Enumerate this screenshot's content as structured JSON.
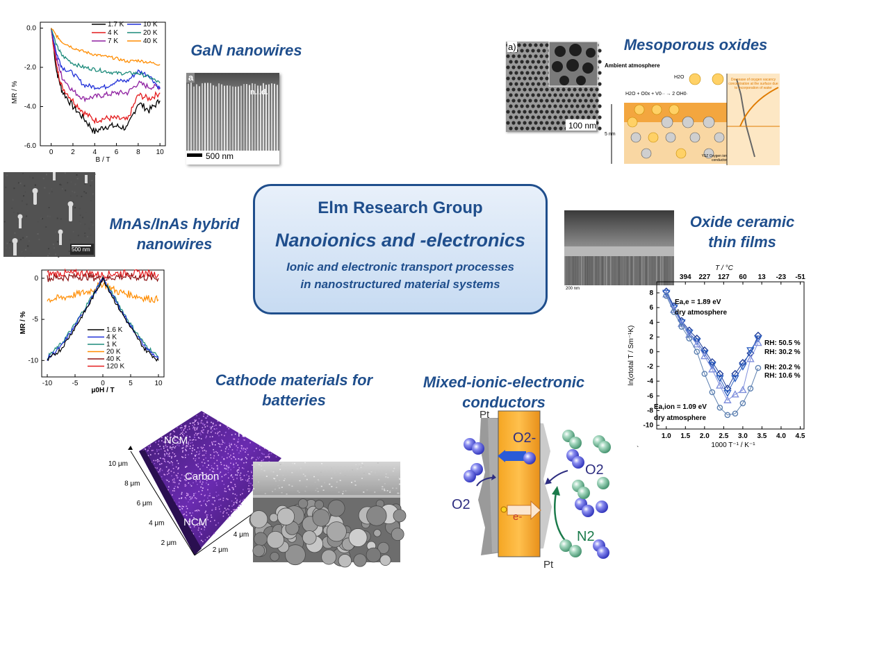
{
  "center": {
    "title": "Elm Research Group",
    "subtitle": "Nanoionics and -electronics",
    "desc_line1": "Ionic and electronic transport processes",
    "desc_line2": "in nanostructured material systems"
  },
  "topics": {
    "gan": "GaN nanowires",
    "mnas_1": "MnAs/InAs hybrid",
    "mnas_2": "nanowires",
    "meso": "Mesoporous oxides",
    "oxide_1": "Oxide ceramic",
    "oxide_2": "thin films",
    "cathode_1": "Cathode materials for",
    "cathode_2": "batteries",
    "miec_1": "Mixed-ionic-electronic",
    "miec_2": "conductors"
  },
  "gan_chart": {
    "ylabel": "MR / %",
    "xlabel": "B / T",
    "yticks": [
      "0.0",
      "-2.0",
      "-4.0",
      "-6.0"
    ],
    "xticks": [
      "0",
      "2",
      "4",
      "6",
      "8",
      "10"
    ],
    "legend": [
      "1.7 K",
      "10 K",
      "4 K",
      "20 K",
      "7 K",
      "40 K"
    ]
  },
  "gan_sem": {
    "panel": "a",
    "label": "n.i.d.",
    "scale": "500 nm"
  },
  "mnas_sem": {
    "scale": "500 nm"
  },
  "mnas_chart": {
    "ylabel": "MR / %",
    "xlabel": "μ0H / T",
    "yticks": [
      "0",
      "-5",
      "-10"
    ],
    "xticks": [
      "-10",
      "-5",
      "0",
      "5",
      "10"
    ],
    "legend": [
      "1.6 K",
      "4 K",
      "1 K",
      "20 K",
      "40 K",
      "120 K"
    ]
  },
  "meso": {
    "panel": "a)",
    "scale": "100 nm",
    "ambient": "Ambient atmosphere",
    "water": "H2O",
    "reaction": "H2O + O0x + V0·· → 2 OH0·",
    "note": "Decrease of oxygen vacancy concentration at the surface due to incorporation of water",
    "depth": "5 nm",
    "ysz": "YSZ Oxygen ion conductor"
  },
  "oxide_chart": {
    "top_label": "T / °C",
    "top_ticks": [
      "394",
      "227",
      "127",
      "60",
      "13",
      "-23",
      "-51"
    ],
    "ylabel": "ln(σtotal T / Sm⁻¹K)",
    "xlabel": "1000 T⁻¹ / K⁻¹",
    "yticks": [
      "8",
      "6",
      "4",
      "2",
      "0",
      "-2",
      "-4",
      "-6",
      "-8",
      "-10"
    ],
    "xticks": [
      "1.0",
      "1.5",
      "2.0",
      "2.5",
      "3.0",
      "3.5",
      "4.0",
      "4.5"
    ],
    "ea_e": "Ea,e = 1.89 eV",
    "dry1": "dry atmosphere",
    "ea_ion": "Ea,ion = 1.09 eV",
    "dry2": "dry atmosphere",
    "rh": [
      "RH: 50.5 %",
      "RH: 30.2 %",
      "RH: 20.2 %",
      "RH: 10.6 %"
    ]
  },
  "oxide_sem": {
    "footer": "200 nm"
  },
  "cathode": {
    "ncm1": "NCM",
    "ncm2": "NCM",
    "ncm3": "NCM",
    "carbon": "Carbon",
    "yticks": [
      "10 μm",
      "8 μm",
      "6 μm",
      "4 μm",
      "2 μm"
    ],
    "xticks": [
      "2 μm",
      "4 μm"
    ]
  },
  "miec": {
    "pt_top": "Pt",
    "pt_bottom": "Pt",
    "o2_ion": "O2-",
    "o2_left": "O2",
    "o2_right": "O2",
    "electron": "e-",
    "n2": "N2"
  },
  "chart_data": [
    {
      "type": "line",
      "title": "",
      "xlabel": "B / T",
      "ylabel": "MR / %",
      "xlim": [
        -1,
        10.5
      ],
      "ylim": [
        -6,
        0.3
      ],
      "x": [
        0,
        0.5,
        1,
        2,
        3,
        4,
        5,
        6,
        7,
        8,
        9,
        10
      ],
      "series": [
        {
          "name": "1.7 K",
          "values": [
            0,
            -2.2,
            -3.2,
            -4.0,
            -4.6,
            -5.3,
            -5.0,
            -5.0,
            -5.1,
            -3.8,
            -4.2,
            -3.7
          ]
        },
        {
          "name": "4 K",
          "values": [
            0,
            -2.0,
            -3.0,
            -3.7,
            -4.3,
            -4.7,
            -4.6,
            -4.6,
            -4.7,
            -3.4,
            -3.6,
            -3.3
          ]
        },
        {
          "name": "7 K",
          "values": [
            0,
            -1.6,
            -2.5,
            -3.2,
            -3.6,
            -3.5,
            -3.4,
            -3.3,
            -3.3,
            -2.8,
            -3.0,
            -3.0
          ]
        },
        {
          "name": "10 K",
          "values": [
            0,
            -1.3,
            -2.0,
            -2.3,
            -2.9,
            -3.0,
            -3.0,
            -2.7,
            -2.7,
            -2.2,
            -2.4,
            -3.1
          ]
        },
        {
          "name": "20 K",
          "values": [
            0,
            -0.9,
            -1.4,
            -1.8,
            -2.0,
            -2.1,
            -2.2,
            -2.3,
            -2.3,
            -2.3,
            -2.5,
            -2.8
          ]
        },
        {
          "name": "40 K",
          "values": [
            0,
            -0.4,
            -0.7,
            -1.0,
            -1.2,
            -1.35,
            -1.45,
            -1.55,
            -1.7,
            -1.65,
            -1.75,
            -1.85
          ]
        }
      ],
      "colors": [
        "#000000",
        "#e41a1c",
        "#8e1fa0",
        "#1f2fd8",
        "#1b8a7a",
        "#ff8c00"
      ]
    },
    {
      "type": "line",
      "title": "",
      "xlabel": "μ0H / T",
      "ylabel": "MR / %",
      "xlim": [
        -11,
        11
      ],
      "ylim": [
        -12,
        1
      ],
      "x": [
        -10,
        -7.5,
        -5,
        -2.5,
        0,
        2.5,
        5,
        7.5,
        10
      ],
      "series": [
        {
          "name": "1.6 K",
          "values": [
            -10,
            -8.6,
            -6.0,
            -3.2,
            0,
            -3.2,
            -6.0,
            -8.6,
            -10
          ]
        },
        {
          "name": "4 K",
          "values": [
            -9.8,
            -8.3,
            -5.8,
            -3.0,
            0,
            -3.0,
            -5.8,
            -8.3,
            -9.8
          ]
        },
        {
          "name": "1 K",
          "values": [
            -9.6,
            -8.0,
            -5.6,
            -2.8,
            0,
            -2.8,
            -5.6,
            -8.0,
            -9.6
          ]
        },
        {
          "name": "20 K",
          "values": [
            -2.6,
            -2.4,
            -2.0,
            -1.6,
            -0.6,
            -1.6,
            -2.0,
            -2.4,
            -2.6
          ]
        },
        {
          "name": "40 K",
          "values": [
            0,
            0.1,
            0.2,
            0.2,
            -0.1,
            0.2,
            0.2,
            0.1,
            0
          ]
        },
        {
          "name": "120 K",
          "values": [
            0.5,
            0.6,
            0.6,
            0.6,
            0.4,
            0.6,
            0.6,
            0.6,
            0.5
          ]
        }
      ],
      "colors": [
        "#000000",
        "#1f2fd8",
        "#1b8a7a",
        "#ff8c00",
        "#8b1010",
        "#e41a1c"
      ]
    },
    {
      "type": "scatter",
      "title": "",
      "xlabel": "1000 T⁻¹ / K⁻¹",
      "ylabel": "ln(σtotal T / Sm⁻¹K)",
      "xlim": [
        0.8,
        4.5
      ],
      "ylim": [
        -10,
        9
      ],
      "x": [
        1.0,
        1.2,
        1.4,
        1.6,
        1.8,
        2.0,
        2.2,
        2.4,
        2.6,
        2.8,
        3.0,
        3.2,
        3.4
      ],
      "series": [
        {
          "name": "RH: 50.5 %",
          "values": [
            8.2,
            6.2,
            4.2,
            2.9,
            1.8,
            0.2,
            -1.4,
            -3.0,
            -5.0,
            -3.0,
            -1.5,
            -0.2,
            2.2
          ]
        },
        {
          "name": "RH: 30.2 %",
          "values": [
            8.0,
            6.0,
            4.0,
            2.6,
            1.4,
            -0.2,
            -1.8,
            -3.6,
            -5.6,
            -3.6,
            -2.0,
            0.2,
            1.8
          ]
        },
        {
          "name": "RH: 20.2 %",
          "values": [
            7.8,
            5.7,
            3.8,
            2.3,
            1.0,
            -0.6,
            -2.4,
            -4.6,
            -6.6,
            -5.8,
            -5.2,
            -1.0,
            1.2
          ]
        },
        {
          "name": "RH: 10.6 %",
          "values": [
            7.6,
            5.4,
            3.4,
            1.8,
            0.0,
            -3.0,
            -5.5,
            -7.6,
            -8.6,
            -8.4,
            -7.0,
            -5.0,
            -2.2
          ]
        }
      ],
      "colors": [
        "#1f3d99",
        "#2c5fc2",
        "#7f8fdc",
        "#5b7fb0"
      ]
    }
  ]
}
